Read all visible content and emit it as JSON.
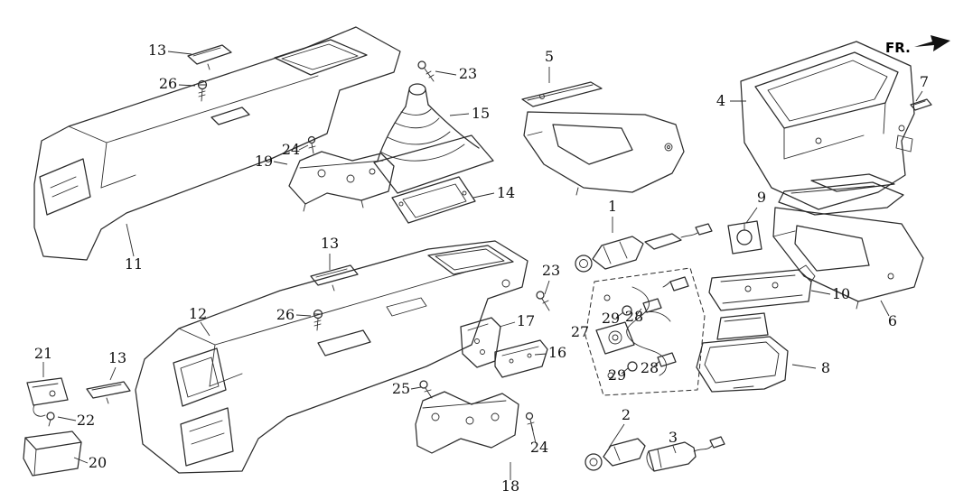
{
  "diagram": {
    "type": "exploded-parts-diagram",
    "subject": "center console parts",
    "fr_label": "FR.",
    "labels": {
      "p13_top": "13",
      "p26_top": "26",
      "p23_top": "23",
      "p15": "15",
      "p19": "19",
      "p24_top": "24",
      "p14": "14",
      "p11": "11",
      "p13_mid": "13",
      "p23_mid": "23",
      "p26_mid": "26",
      "p12": "12",
      "p17": "17",
      "p16": "16",
      "p21": "21",
      "p13_bot": "13",
      "p22": "22",
      "p25": "25",
      "p20": "20",
      "p18": "18",
      "p24_bot": "24",
      "p5": "5",
      "p4": "4",
      "p7": "7",
      "p1": "1",
      "p9": "9",
      "p10": "10",
      "p6": "6",
      "p27": "27",
      "p29_a": "29",
      "p28_a": "28",
      "p29_b": "29",
      "p28_b": "28",
      "p8": "8",
      "p2": "2",
      "p3": "3"
    }
  }
}
